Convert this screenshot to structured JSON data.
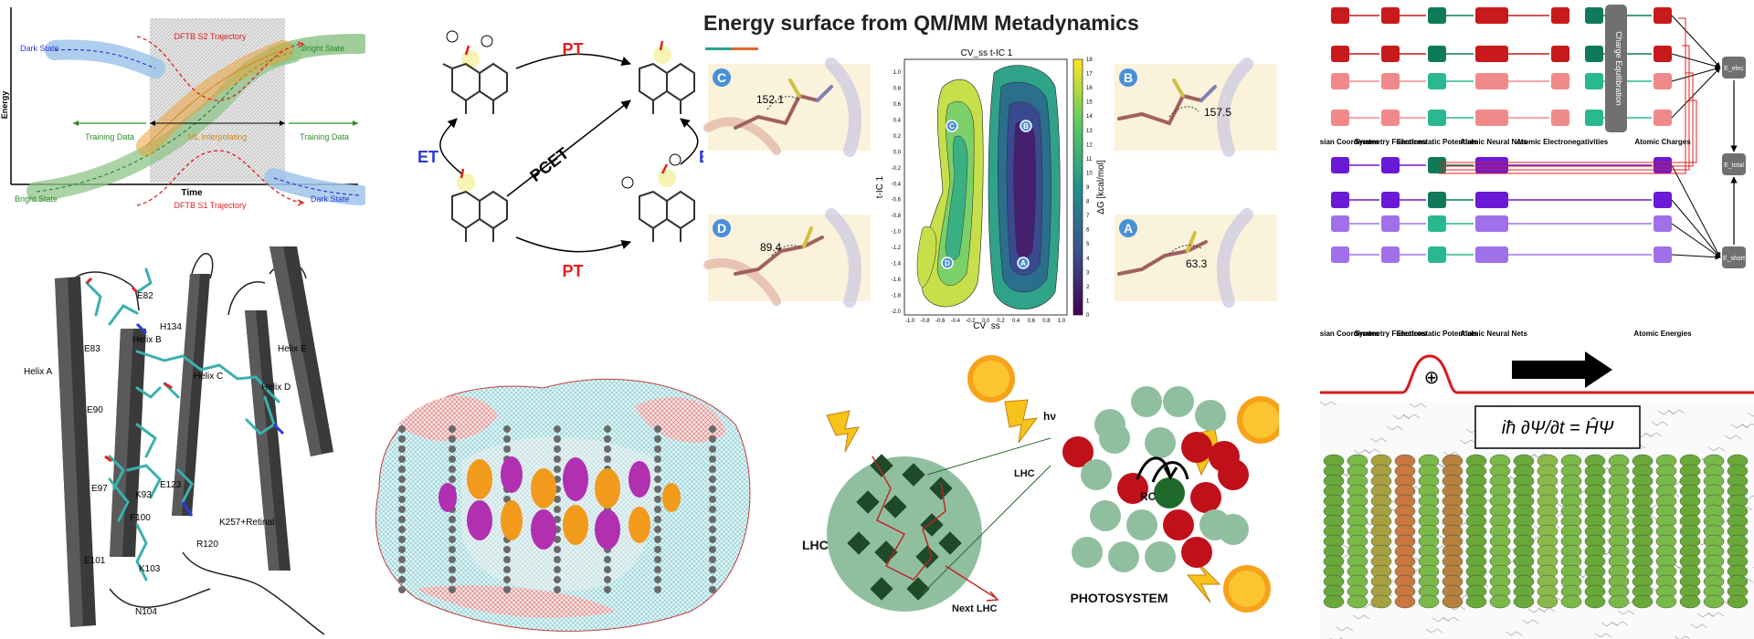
{
  "energy_panel": {
    "ylabel": "Energy",
    "xlabel": "Time",
    "dark_state_left": "Dark State",
    "dark_state_right": "Dark State",
    "bright_state_left": "Bright State",
    "bright_state_right": "Bright State",
    "s2_traj": "DFTB S2 Trajectory",
    "s1_traj": "DFTB S1 Trajectory",
    "training_left": "Training Data",
    "training_right": "Training Data",
    "ml_interp": "ML Interpolating",
    "colors": {
      "blue": "#2b3bd6",
      "green": "#2a8a2a",
      "red": "#e02020",
      "orange": "#e8a33a"
    }
  },
  "protein_panel": {
    "labels": [
      "E82",
      "H134",
      "E83",
      "Helix B",
      "Helix A",
      "Helix C",
      "Helix D",
      "Helix E",
      "E90",
      "E123",
      "E97",
      "K93",
      "F100",
      "K257+Retinal",
      "R120",
      "E101",
      "K103",
      "N104"
    ]
  },
  "pcet_panel": {
    "pt_top": "PT",
    "pt_bottom": "PT",
    "et_left": "ET",
    "et_right": "ET",
    "pcet": "PCET",
    "colors": {
      "red": "#e02020",
      "blue": "#2b3bd6"
    }
  },
  "metad_panel": {
    "title": "Energy surface from QM/MM Metadynamics",
    "plot_title": "CV_ss t-IC 1",
    "ylabel": "t-IC 1",
    "xlabel": "CV_ss",
    "cbar_label": "ΔG [kcal/mol]",
    "cbar_ticks": [
      "0",
      "1",
      "2",
      "3",
      "4",
      "5",
      "6",
      "7",
      "8",
      "9",
      "10",
      "11",
      "12",
      "13",
      "14",
      "15",
      "16",
      "17",
      "18"
    ],
    "xticks": [
      "-1.0",
      "-0.8",
      "-0.6",
      "-0.4",
      "-0.2",
      "0.0",
      "0.2",
      "0.4",
      "0.6",
      "0.8",
      "1.0"
    ],
    "yticks": [
      "1.0",
      "0.8",
      "0.6",
      "0.4",
      "0.2",
      "0.0",
      "-0.2",
      "-0.4",
      "-0.6",
      "-0.8",
      "-1.0",
      "-1.2",
      "-1.4",
      "-1.6",
      "-1.8",
      "-2.0"
    ],
    "inset_C_label": "C",
    "inset_C_value": "152.1",
    "inset_B_label": "B",
    "inset_B_value": "157.5",
    "inset_D_label": "D",
    "inset_D_value": "89.4",
    "inset_A_label": "A",
    "inset_A_value": "63.3"
  },
  "nn_panel": {
    "charge_eq": "Charge Equilibration",
    "e_elec": "E_elec",
    "e_total": "E_total",
    "e_short": "E_short",
    "cols_top": [
      "Cartesian Coordinates",
      "Symmetry Functions",
      "Electrostatic Potentials",
      "Atomic Neural Nets",
      "Atomic Electronegativities",
      "Atomic Charges"
    ],
    "cols_bottom": [
      "Cartesian Coordinates",
      "Symmetry Functions",
      "Electrostatic Potentials",
      "Atomic Neural Nets",
      "Atomic Energies"
    ]
  },
  "photosystem_panel": {
    "lhc_left": "LHC",
    "next_lhc": "Next LHC",
    "hv": "hν",
    "lhc_right": "LHC",
    "rc": "RC",
    "photosystem": "PHOTOSYSTEM"
  },
  "schrodinger_panel": {
    "plus": "⊕",
    "equation": "iħ ∂Ψ/∂t = ĤΨ"
  }
}
